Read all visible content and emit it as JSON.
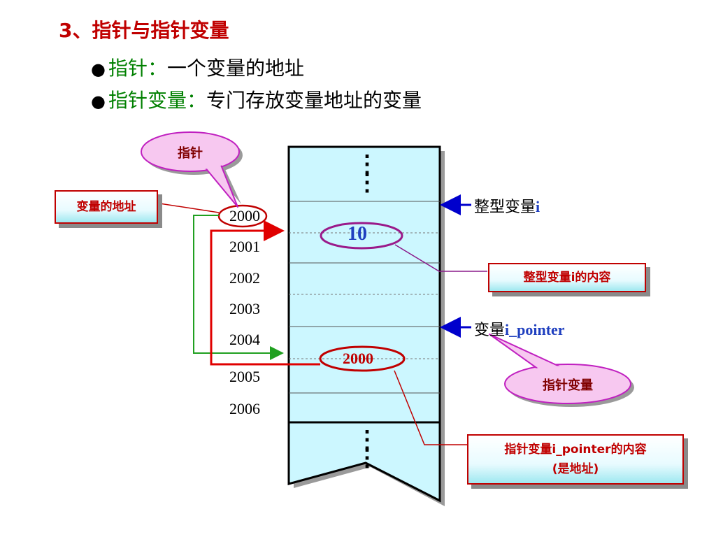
{
  "title": "3、指针与指针变量",
  "bullets": [
    {
      "term": "指针：",
      "definition": "一个变量的地址"
    },
    {
      "term": "指针变量：",
      "definition": "专门存放变量地址的变量"
    }
  ],
  "addresses": [
    "2000",
    "2001",
    "2002",
    "2003",
    "2004",
    "2005",
    "2006"
  ],
  "memory_values": {
    "int_value": "10",
    "pointer_value": "2000"
  },
  "ellipsis": "⋮",
  "labels": {
    "int_var_prefix": "整型变量",
    "int_var_name": "i",
    "ptr_var_prefix": "变量",
    "ptr_var_name": "i_pointer"
  },
  "callouts": {
    "pointer_bubble": "指针",
    "var_address_box": "变量的地址",
    "int_content_box": "整型变量i的内容",
    "pointer_var_bubble": "指针变量",
    "ptr_content_line1": "指针变量i_pointer的内容",
    "ptr_content_line2": "(是地址)"
  },
  "colors": {
    "title": "#c00000",
    "term": "#008000",
    "memory_fill": "#ccf7ff",
    "arrow_blue": "#0000cc",
    "arrow_red": "#e00000",
    "arrow_green": "#20a020",
    "bubble_fill": "#f7c8f0",
    "bubble_border": "#c020c0"
  }
}
